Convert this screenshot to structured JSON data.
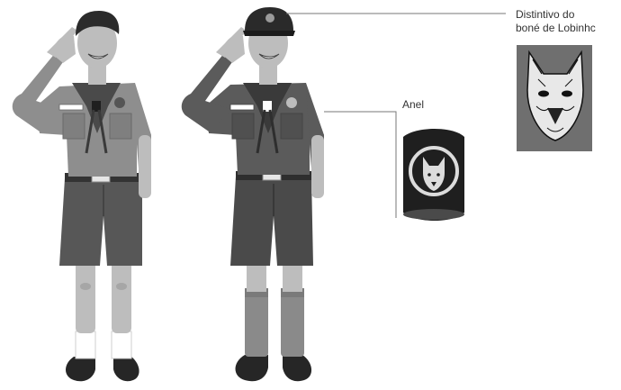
{
  "labels": {
    "cap_badge_line1": "Distintivo do",
    "cap_badge_line2": "boné de Lobinhc",
    "ring": "Anel"
  },
  "figures": {
    "left_scout": {
      "uniform": "light grey shirt, grey shorts, white socks",
      "pose": "salute"
    },
    "right_scout": {
      "uniform": "dark grey shirt, cap, long socks",
      "pose": "salute"
    }
  },
  "colors": {
    "skin": "#bdbdbd",
    "skin_shade": "#a6a6a6",
    "hair": "#2b2b2b",
    "shirt_light": "#8e8e8e",
    "shirt_dark": "#5b5b5b",
    "shorts": "#575757",
    "shorts_dark": "#4a4a4a",
    "socks_dark": "#8a8a8a",
    "shoes": "#262626",
    "badge_bg": "#6f6f6f",
    "ring_dark": "#1f1f1f",
    "leader_line": "#777777",
    "label_text": "#333333"
  }
}
